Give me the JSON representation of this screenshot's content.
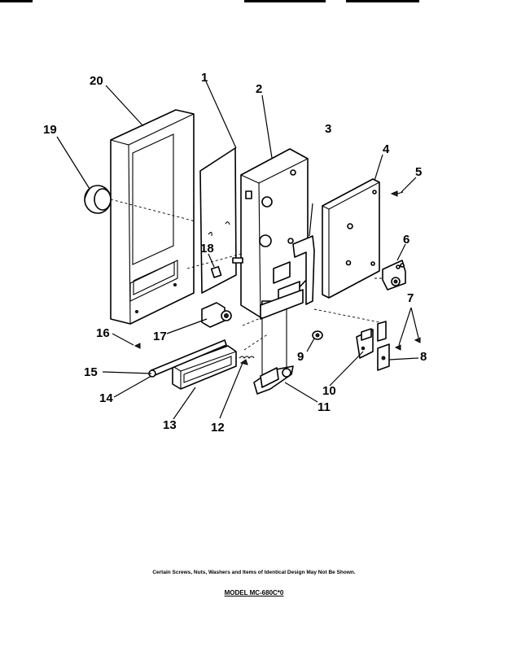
{
  "diagram": {
    "callouts": {
      "c1": "1",
      "c2": "2",
      "c3": "3",
      "c4": "4",
      "c5": "5",
      "c6": "6",
      "c7": "7",
      "c8": "8",
      "c9": "9",
      "c10": "10",
      "c11": "11",
      "c12": "12",
      "c13": "13",
      "c14": "14",
      "c15": "15",
      "c16": "16",
      "c17": "17",
      "c18": "18",
      "c19": "19",
      "c20": "20"
    }
  },
  "footer": {
    "note": "Certain Screws, Nuts, Washers and Items of Identical Design May Not Be Shown.",
    "model": "MODEL MC-680C*0"
  }
}
